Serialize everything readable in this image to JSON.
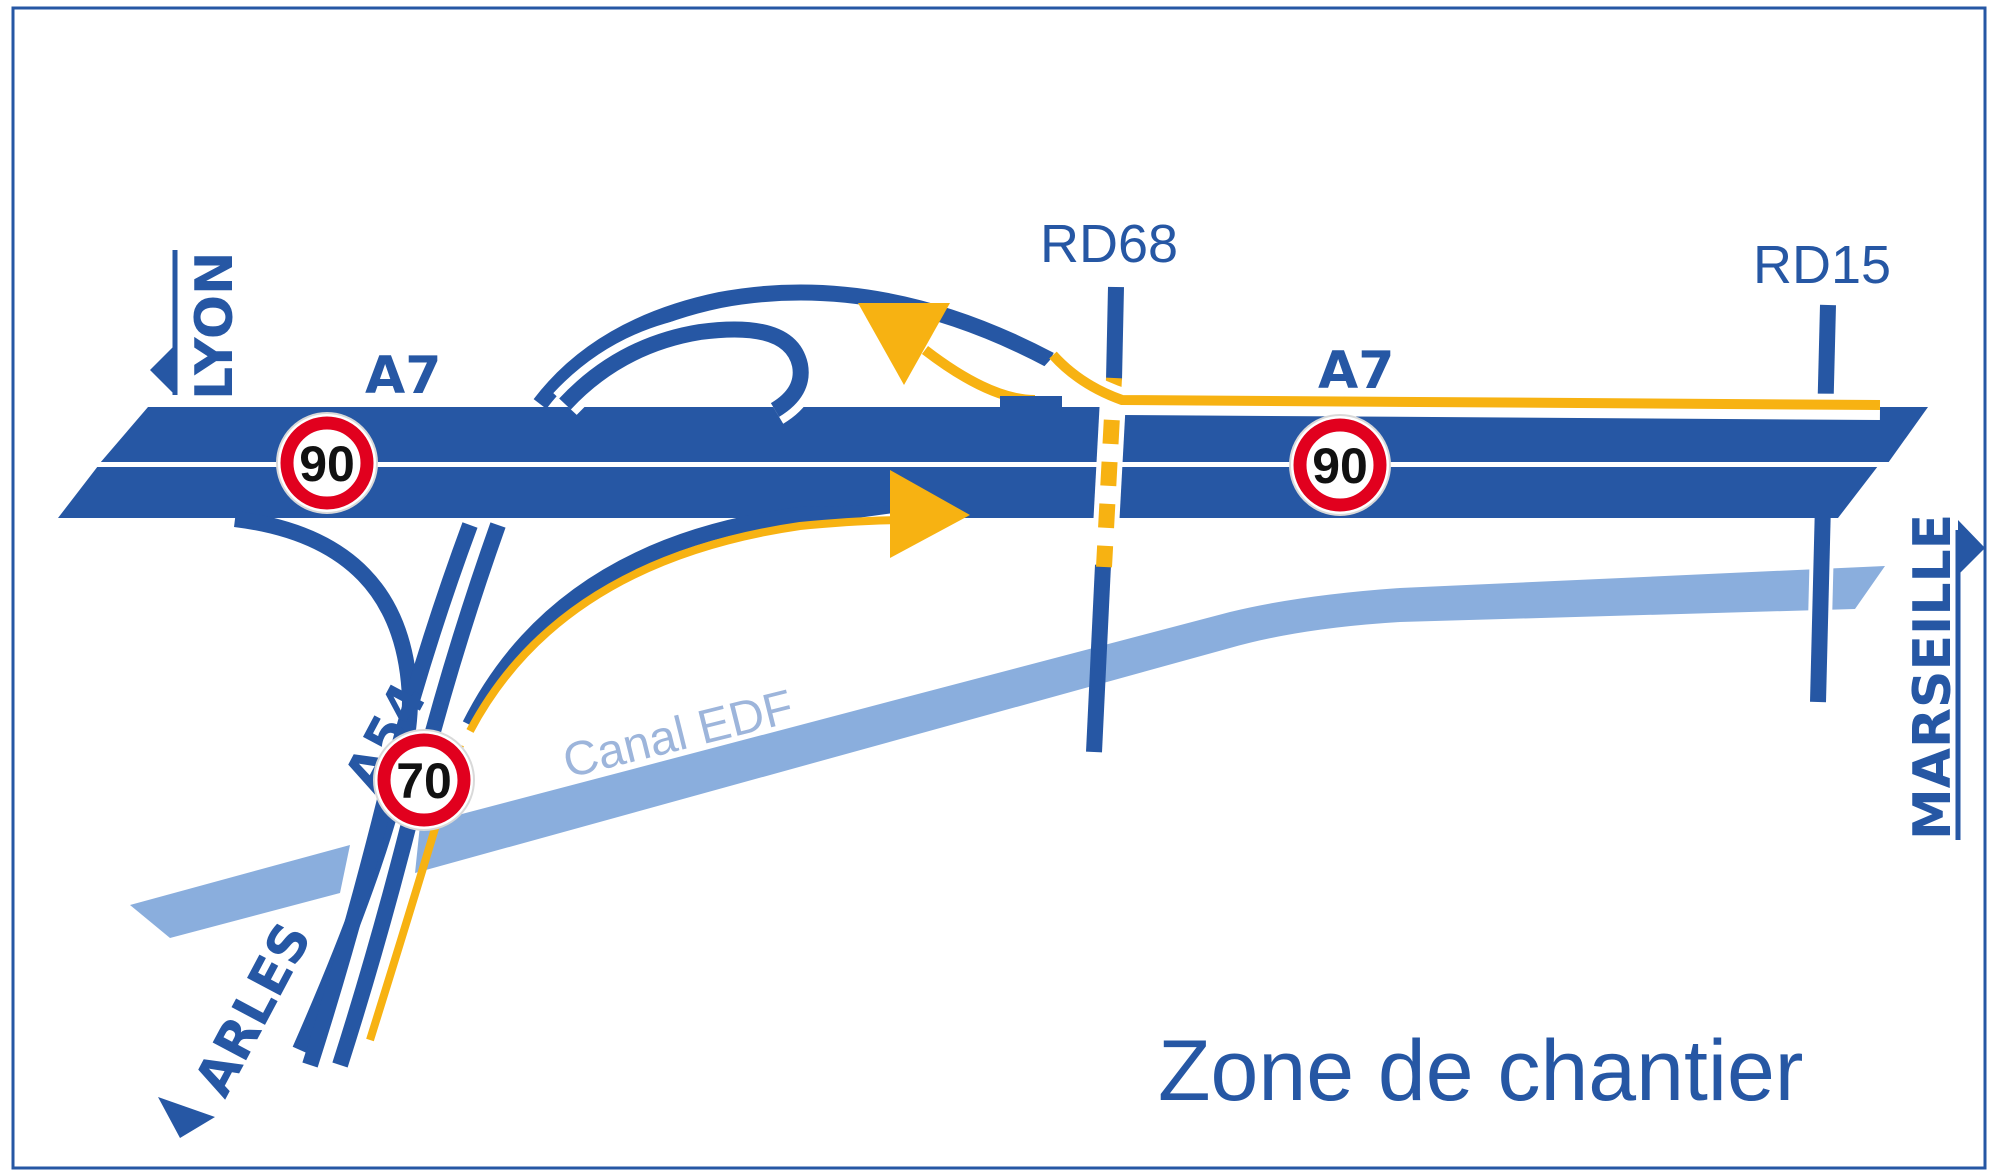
{
  "colors": {
    "road": "#2657a4",
    "detour": "#f7b212",
    "canal": "#8aaedd",
    "canal_text": "#9db5db",
    "sign_red": "#e1001e",
    "sign_text": "#111111",
    "frame": "#2657a4"
  },
  "roads": {
    "a7_left": "A7",
    "a7_right": "A7",
    "a54": "A54",
    "rd68": "RD68",
    "rd15": "RD15"
  },
  "directions": {
    "lyon": "LYON",
    "marseille": "MARSEILLE",
    "arles": "ARLES"
  },
  "canal": {
    "label": "Canal EDF"
  },
  "speed_signs": {
    "a7_west": "90",
    "a7_east": "90",
    "a54": "70"
  },
  "legend": {
    "zone": "Zone de chantier"
  }
}
